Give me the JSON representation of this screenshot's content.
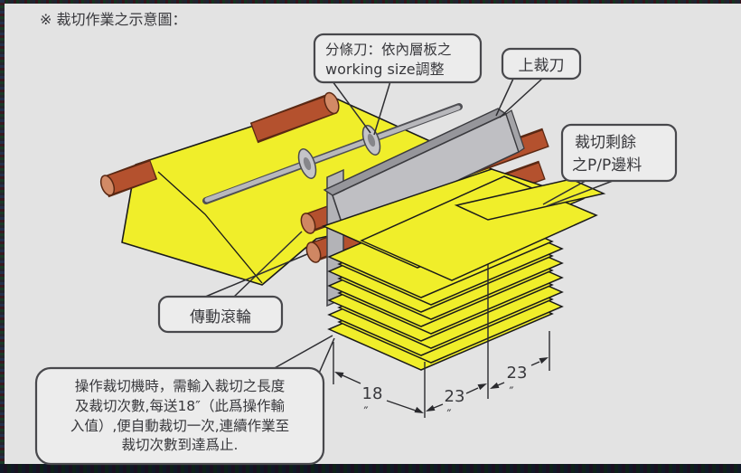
{
  "title": "※ 裁切作業之示意圖：",
  "bubbles": {
    "slitter": {
      "line1": "分條刀：依內層板之",
      "line2": "working size調整"
    },
    "upper_cutter": {
      "label": "上裁刀"
    },
    "pp_scrap": {
      "line1": "裁切剩餘",
      "line2": "之P/P邊料"
    },
    "drive_roller": {
      "label": "傳動滾輪"
    },
    "operation_note": {
      "lines": [
        "操作裁切機時，需輸入裁切之長度",
        "及裁切次數,每送18″（此爲操作輸",
        "入值）,便自動裁切一次,連續作業至",
        "裁切次數到達爲止."
      ]
    }
  },
  "dimensions": {
    "feed": {
      "value": "18",
      "unit": "″"
    },
    "width1": {
      "value": "23",
      "unit": "″"
    },
    "width2": {
      "value": "23",
      "unit": "″"
    }
  },
  "colors": {
    "background": "#e3e3e3",
    "sheet_yellow": "#f0ee2a",
    "roller_brown": "#b4512e",
    "roller_cap": "#d28a66",
    "blade_gray": "#bfbfc3",
    "line_dark": "#1a1a1a"
  }
}
